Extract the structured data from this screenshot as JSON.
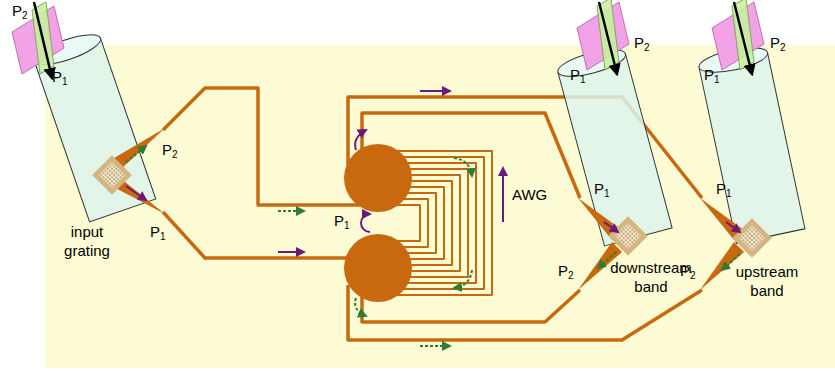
{
  "diagram": {
    "nodes": [
      {
        "text": [
          "input grating"
        ]
      },
      {
        "text": [
          "downstream band"
        ]
      },
      {
        "text": [
          "upstream band"
        ]
      }
    ],
    "labels": [
      "P2",
      "P1",
      "P2",
      "P1",
      "P1",
      "AWG",
      "P2",
      "P1",
      "P1",
      "P2",
      "P2",
      "P1",
      "P1",
      "P2"
    ]
  }
}
